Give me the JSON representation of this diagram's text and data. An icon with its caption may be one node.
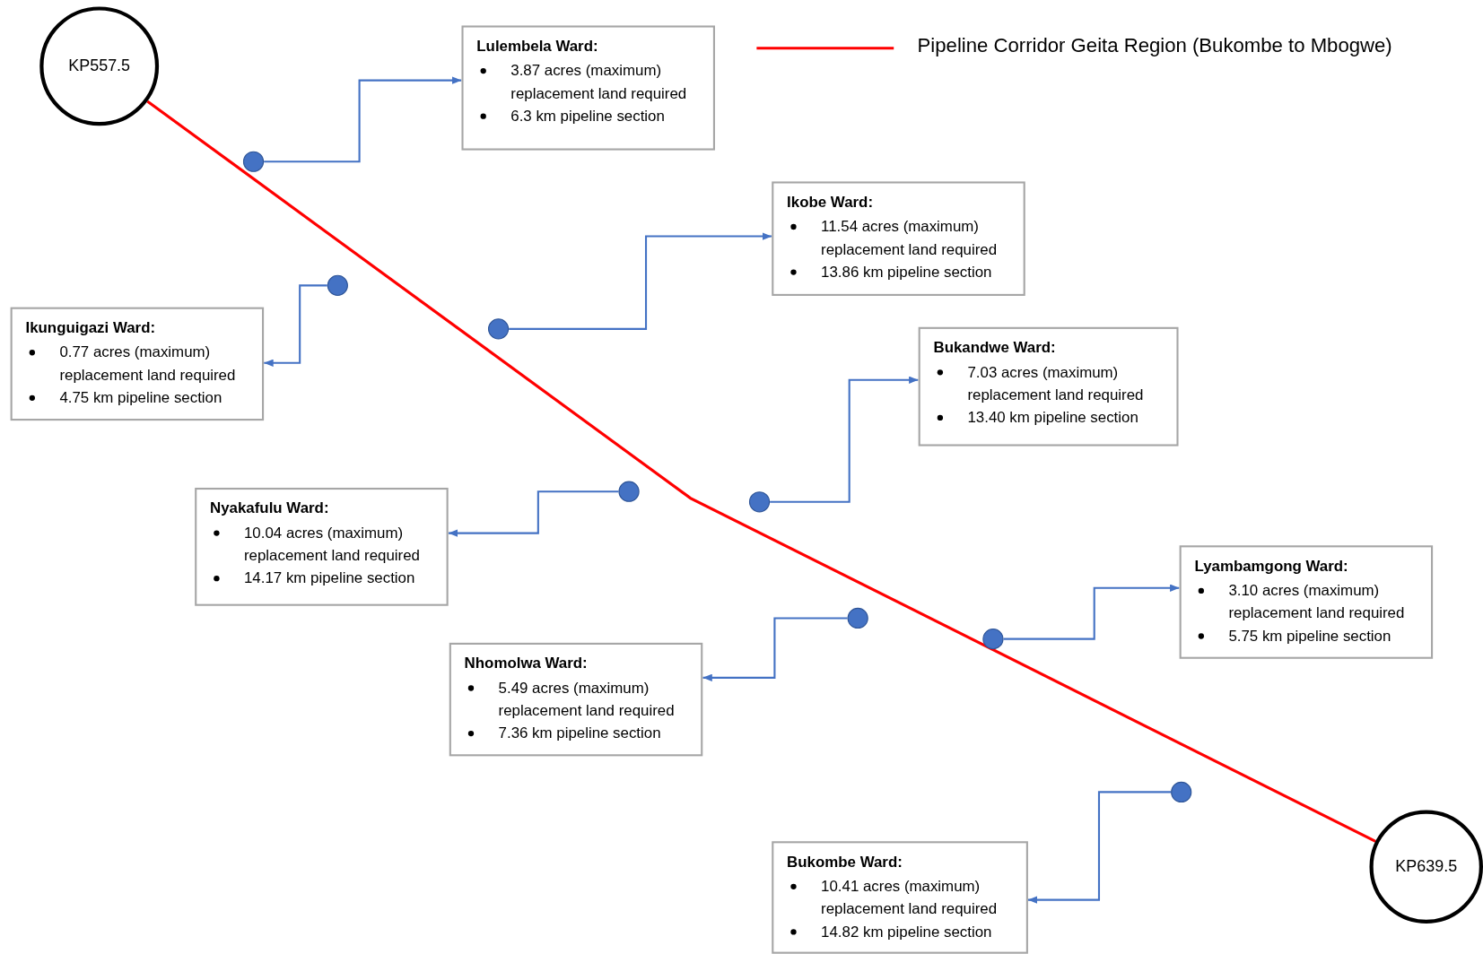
{
  "diagram": {
    "nodes": [
      {
        "text": [
          "KP557.5"
        ]
      },
      {
        "text": [
          "Lulembela Ward:",
          "3.87 acres (maximum) replacement land required",
          "6.3 km pipeline section"
        ]
      },
      {
        "text": [
          "Ikobe Ward:",
          "11.54 acres (maximum) replacement land required",
          "13.86 km pipeline section"
        ]
      },
      {
        "text": [
          "Ikunguigazi Ward:",
          "0.77 acres (maximum) replacement land required",
          "4.75 km pipeline section"
        ]
      },
      {
        "text": [
          "Bukandwe Ward:",
          "7.03 acres (maximum) replacement land required",
          "13.40 km pipeline section"
        ]
      },
      {
        "text": [
          "Nyakafulu Ward:",
          "10.04 acres (maximum) replacement land required",
          "14.17 km pipeline section"
        ]
      },
      {
        "text": [
          "Lyambamgong Ward:",
          "3.10 acres (maximum) replacement land required",
          "5.75 km pipeline section"
        ]
      },
      {
        "text": [
          "Nhomolwa Ward:",
          "5.49 acres (maximum) replacement land required",
          "7.36 km pipeline section"
        ]
      },
      {
        "text": [
          "Bukombe Ward:",
          "10.41 acres (maximum) replacement land required",
          "14.82 km pipeline section"
        ]
      },
      {
        "text": [
          "KP639.5"
        ]
      },
      {
        "text": [],
        "shape": "circle"
      },
      {
        "text": [],
        "shape": "circle"
      },
      {
        "text": [],
        "shape": "circle"
      },
      {
        "text": [],
        "shape": "circle"
      },
      {
        "text": [],
        "shape": "circle"
      },
      {
        "text": [],
        "shape": "circle"
      },
      {
        "text": [],
        "shape": "circle"
      },
      {
        "text": [],
        "shape": "circle"
      }
    ],
    "edges": [
      {
        "from": 0,
        "to": 9,
        "arrow": "none",
        "color": "#ff0000"
      },
      {
        "from": 10,
        "to": 1,
        "arrow": "to"
      },
      {
        "from": 11,
        "to": 3,
        "arrow": "to"
      },
      {
        "from": 12,
        "to": 2,
        "arrow": "to"
      },
      {
        "from": 13,
        "to": 5,
        "arrow": "to"
      },
      {
        "from": 14,
        "to": 4,
        "arrow": "to"
      },
      {
        "from": 15,
        "to": 7,
        "arrow": "to"
      },
      {
        "from": 16,
        "to": 6,
        "arrow": "to"
      },
      {
        "from": 17,
        "to": 8,
        "arrow": "to"
      }
    ],
    "legend": [
      {
        "text": "Pipeline Corridor Geita Region (Bukombe to Mbogwe)"
      }
    ]
  }
}
